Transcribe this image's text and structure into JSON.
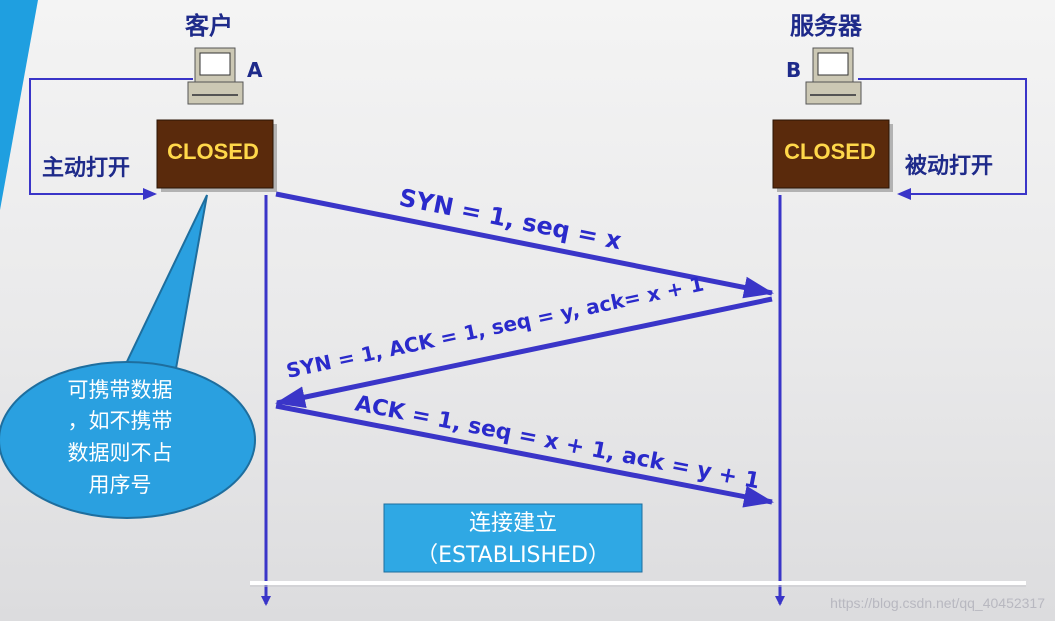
{
  "client": {
    "title": "客户",
    "tag": "A",
    "state": "CLOSED",
    "open_label": "主动打开"
  },
  "server": {
    "title": "服务器",
    "tag": "B",
    "state": "CLOSED",
    "open_label": "被动打开"
  },
  "messages": [
    {
      "text": "SYN = 1, seq = x"
    },
    {
      "text": "SYN = 1, ACK = 1, seq = y, ack= x + 1"
    },
    {
      "text": "ACK = 1, seq = x + 1, ack = y + 1"
    }
  ],
  "callout": {
    "lines": [
      "可携带数据",
      "，如不携带",
      "数据则不占",
      "用序号"
    ]
  },
  "established": {
    "line1": "连接建立",
    "line2": "（ESTABLISHED）"
  },
  "watermark": "https://blog.csdn.net/qq_40452317",
  "colors": {
    "arrow": "#3a35c8",
    "closed_box": "#5a2a0c",
    "closed_text": "#ffd84a",
    "callout": "#2aa0e0",
    "established_box": "#2fa8e4",
    "label": "#1e2a8a"
  }
}
